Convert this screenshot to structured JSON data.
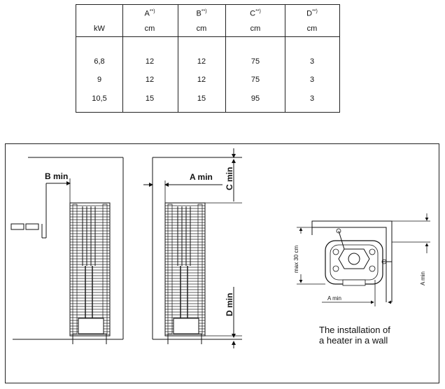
{
  "table": {
    "headers": [
      {
        "label": "",
        "sup": ""
      },
      {
        "label": "A",
        "sup": "**)"
      },
      {
        "label": "B",
        "sup": "**)"
      },
      {
        "label": "C",
        "sup": "**)"
      },
      {
        "label": "D",
        "sup": "**)"
      }
    ],
    "units": [
      "kW",
      "cm",
      "cm",
      "cm",
      "cm"
    ],
    "rows": [
      [
        "6,8",
        "12",
        "12",
        "75",
        "3"
      ],
      [
        "9",
        "12",
        "12",
        "75",
        "3"
      ],
      [
        "10,5",
        "15",
        "15",
        "95",
        "3"
      ]
    ]
  },
  "drawing": {
    "labels": {
      "b_min": "B min",
      "a_min": "A min",
      "c_min": "C min",
      "d_min": "D min",
      "max_30": "max 30 cm",
      "a_min_small": "A min",
      "a_min_vertical": "A min"
    },
    "caption_line1": "The installation of",
    "caption_line2": "a heater in a wall"
  }
}
